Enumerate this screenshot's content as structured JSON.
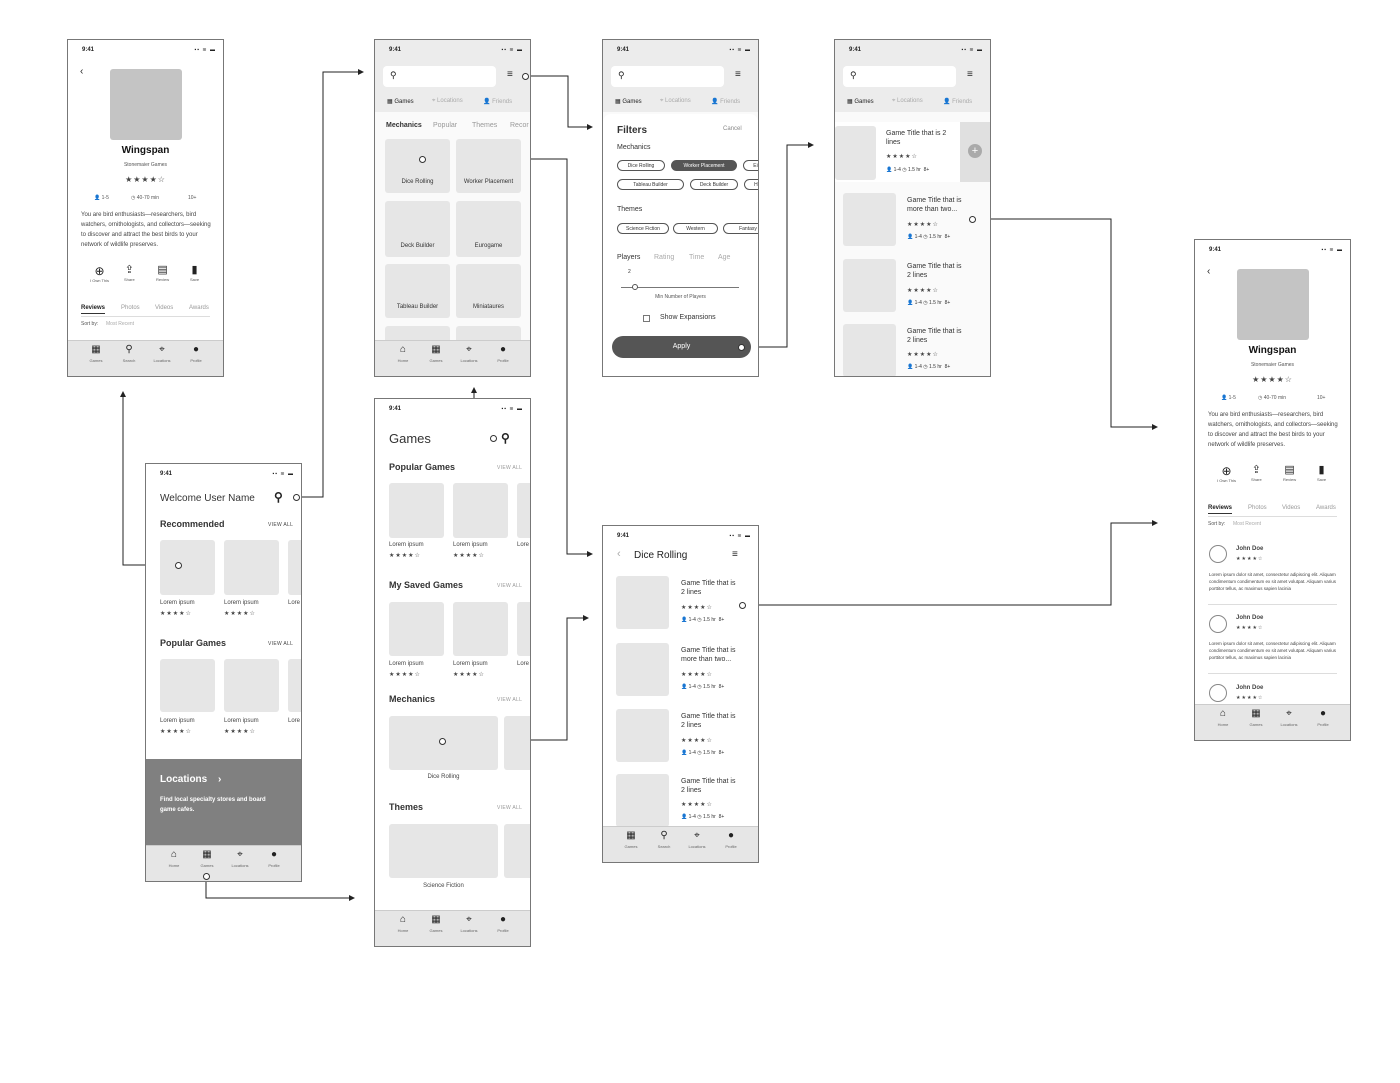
{
  "common": {
    "time": "9:41",
    "status_icons": "▪▪ ≋ ▬",
    "nav": [
      "Home",
      "Games",
      "Locations",
      "Profile"
    ],
    "nav_search": [
      "Games",
      "Search",
      "Locations",
      "Profile"
    ],
    "lorem": "Lorem ipsum",
    "lorem_cut": "Lore",
    "stars4": "★★★★☆",
    "players": "1-4",
    "time_est": "1.5 hr",
    "age": "8+",
    "view_all": "VIEW ALL",
    "search_tabs": [
      "Games",
      "Locations",
      "Friends"
    ]
  },
  "detail": {
    "title": "Wingspan",
    "publisher": "Stonemaier Games",
    "stars": "★★★★☆",
    "players": "1-5",
    "duration": "40-70 min",
    "age": "10+",
    "description": "You are bird enthusiasts—researchers, bird watchers, ornithologists, and collectors—seeking to discover and attract the best birds to your network of wildlife preserves.",
    "actions": [
      "I Own This",
      "Share",
      "Review",
      "Save"
    ],
    "tabs": [
      "Reviews",
      "Photos",
      "Videos",
      "Awards"
    ],
    "sort_label": "Sort by:",
    "sort_value": "Most Recent",
    "reviewer": "John Doe",
    "review_text": "Lorem ipsum dolor sit amet, consectetur adipiscing elit. Aliquam condimentum condimentum ex sit amet volutpat. Aliquam varius porttitor tellus, ac maximus sapien lacinia"
  },
  "home": {
    "welcome": "Welcome User Name",
    "recommended": "Recommended",
    "popular": "Popular Games",
    "locations_title": "Locations",
    "locations_text": "Find local specialty stores and board game cafes."
  },
  "search": {
    "categories": [
      "Mechanics",
      "Popular",
      "Themes",
      "Recor"
    ],
    "tiles": [
      "Dice Rolling",
      "Worker Placement",
      "Deck Builder",
      "Eurogame",
      "Tableau Builder",
      "Miniataures"
    ]
  },
  "games": {
    "title": "Games",
    "popular": "Popular Games",
    "saved": "My Saved Games",
    "mechanics": "Mechanics",
    "mechanic_tile": "Dice Rolling",
    "themes": "Themes",
    "theme_tile": "Science Fiction"
  },
  "filters": {
    "title": "Filters",
    "cancel": "Cancel",
    "mechanics_label": "Mechanics",
    "mechanics": [
      "Dice Rolling",
      "Worker Placement",
      "Ei",
      "Tableau Builder",
      "Deck Builder",
      "Hi"
    ],
    "themes_label": "Themes",
    "themes": [
      "Science Fiction",
      "Western",
      "Fantasy"
    ],
    "tabs": [
      "Players",
      "Rating",
      "Time",
      "Age"
    ],
    "players_value": "2",
    "slider_label": "Min Number of Players",
    "expansions": "Show Expansions",
    "apply": "Apply"
  },
  "results": {
    "titles": [
      "Game Title that is 2 lines",
      "Game Title that is more than two...",
      "Game Title that is 2 lines",
      "Game Title that is 2 lines"
    ],
    "add_icon": "plus-circle-icon"
  },
  "dice": {
    "title": "Dice Rolling"
  }
}
